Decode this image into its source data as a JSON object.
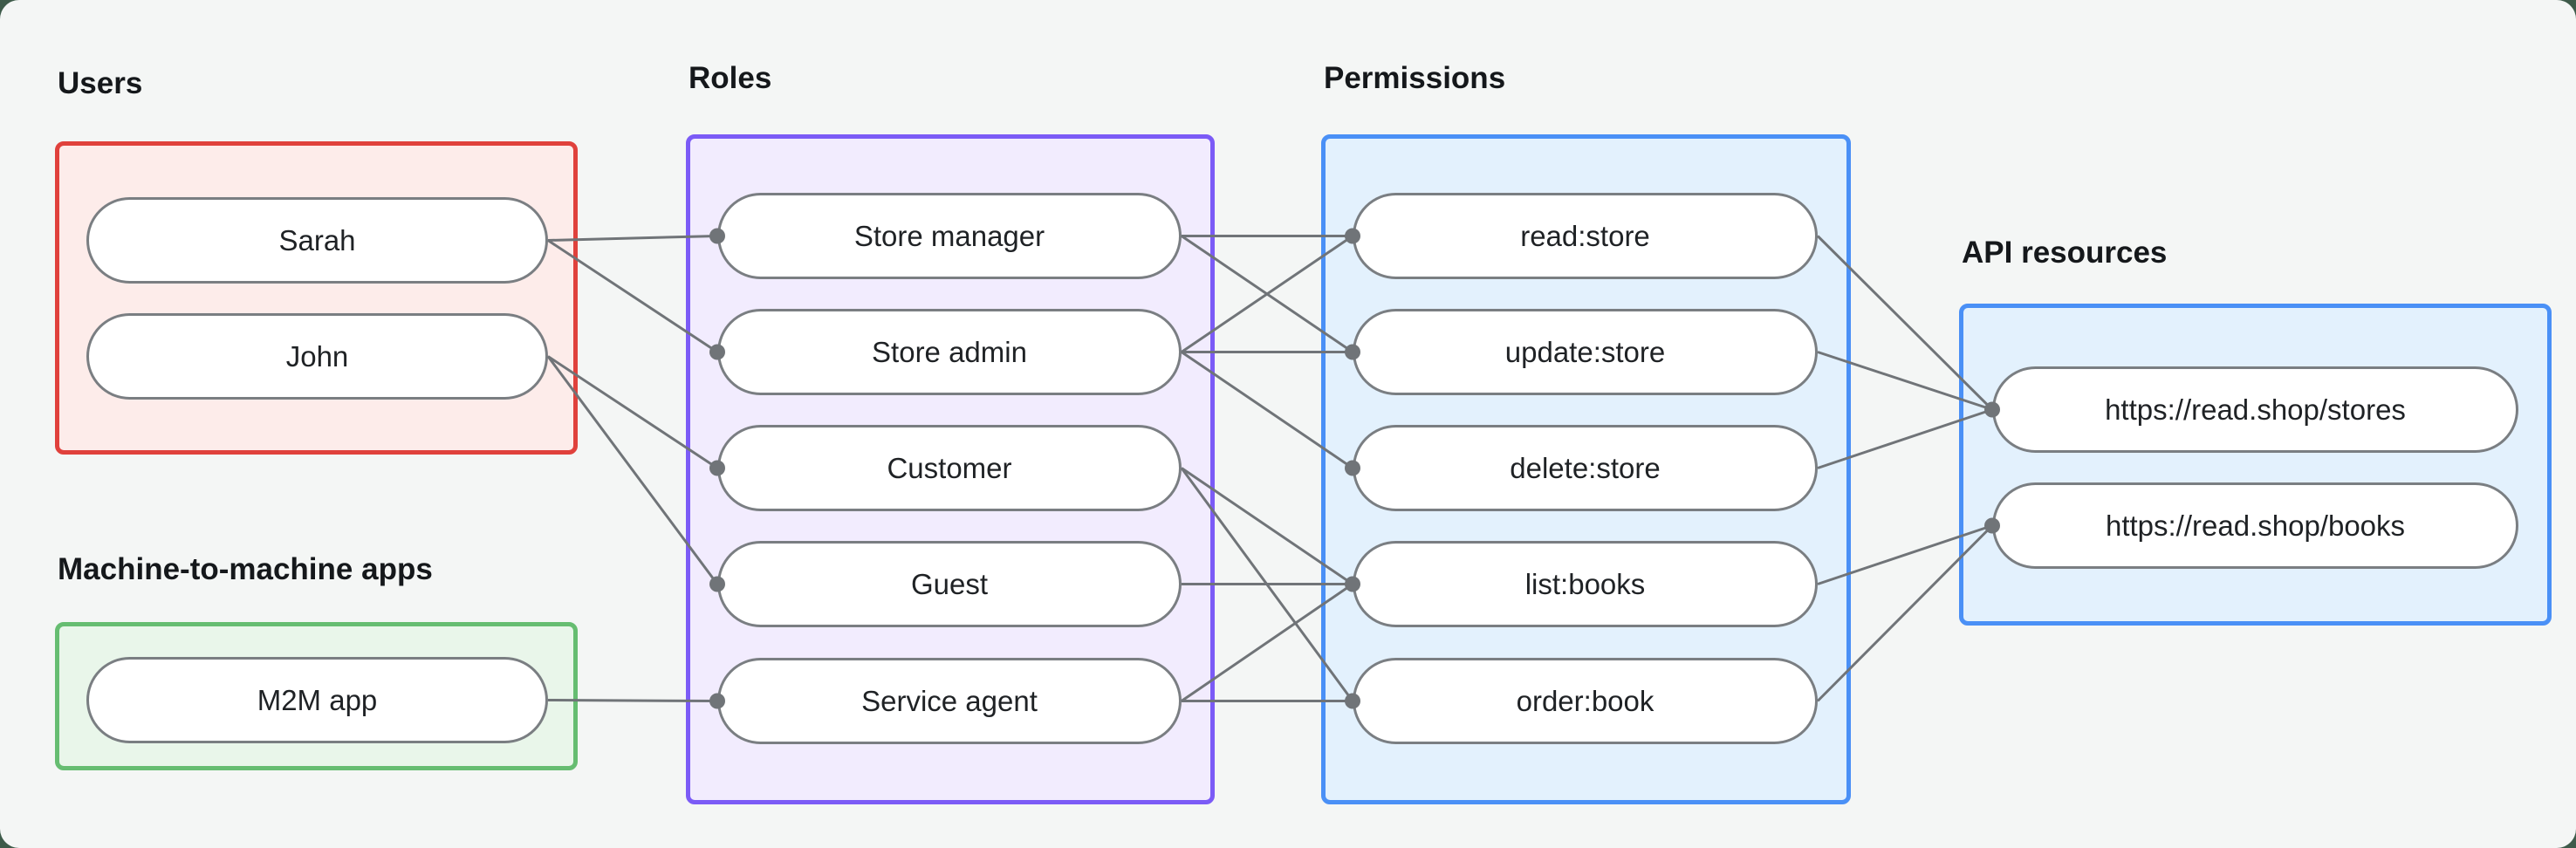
{
  "page": {
    "outer_background": "#3e5b4a",
    "canvas_background": "#f4f6f5"
  },
  "style": {
    "node_fill": "#ffffff",
    "node_border": "#7a7e82",
    "node_text_color": "#1f2225",
    "title_color": "#15181b",
    "edge_color": "#707478",
    "dot_color": "#707478"
  },
  "groups": [
    {
      "id": "users",
      "title": "Users",
      "border": "#e0413c",
      "fill": "#fdecea",
      "items": [
        {
          "id": "sarah",
          "label": "Sarah"
        },
        {
          "id": "john",
          "label": "John"
        }
      ]
    },
    {
      "id": "m2m",
      "title": "Machine-to-machine apps",
      "border": "#66bd71",
      "fill": "#e9f6ea",
      "items": [
        {
          "id": "m2m-app",
          "label": "M2M app"
        }
      ]
    },
    {
      "id": "roles",
      "title": "Roles",
      "border": "#7b5bf6",
      "fill": "#f2ecfe",
      "items": [
        {
          "id": "store-manager",
          "label": "Store manager"
        },
        {
          "id": "store-admin",
          "label": "Store admin"
        },
        {
          "id": "customer",
          "label": "Customer"
        },
        {
          "id": "guest",
          "label": "Guest"
        },
        {
          "id": "service-agent",
          "label": "Service agent"
        }
      ]
    },
    {
      "id": "permissions",
      "title": "Permissions",
      "border": "#4a90f6",
      "fill": "#e3f1fd",
      "items": [
        {
          "id": "read-store",
          "label": "read:store"
        },
        {
          "id": "update-store",
          "label": "update:store"
        },
        {
          "id": "delete-store",
          "label": "delete:store"
        },
        {
          "id": "list-books",
          "label": "list:books"
        },
        {
          "id": "order-book",
          "label": "order:book"
        }
      ]
    },
    {
      "id": "resources",
      "title": "API resources",
      "border": "#4a90f6",
      "fill": "#e3f1fd",
      "items": [
        {
          "id": "stores",
          "label": "https://read.shop/stores"
        },
        {
          "id": "books",
          "label": "https://read.shop/books"
        }
      ]
    }
  ],
  "edges": [
    [
      "sarah",
      "store-manager"
    ],
    [
      "sarah",
      "store-admin"
    ],
    [
      "john",
      "customer"
    ],
    [
      "john",
      "guest"
    ],
    [
      "m2m-app",
      "service-agent"
    ],
    [
      "store-manager",
      "read-store"
    ],
    [
      "store-manager",
      "update-store"
    ],
    [
      "store-admin",
      "read-store"
    ],
    [
      "store-admin",
      "update-store"
    ],
    [
      "store-admin",
      "delete-store"
    ],
    [
      "customer",
      "list-books"
    ],
    [
      "customer",
      "order-book"
    ],
    [
      "guest",
      "list-books"
    ],
    [
      "service-agent",
      "list-books"
    ],
    [
      "service-agent",
      "order-book"
    ],
    [
      "read-store",
      "stores"
    ],
    [
      "update-store",
      "stores"
    ],
    [
      "delete-store",
      "stores"
    ],
    [
      "list-books",
      "books"
    ],
    [
      "order-book",
      "books"
    ]
  ]
}
